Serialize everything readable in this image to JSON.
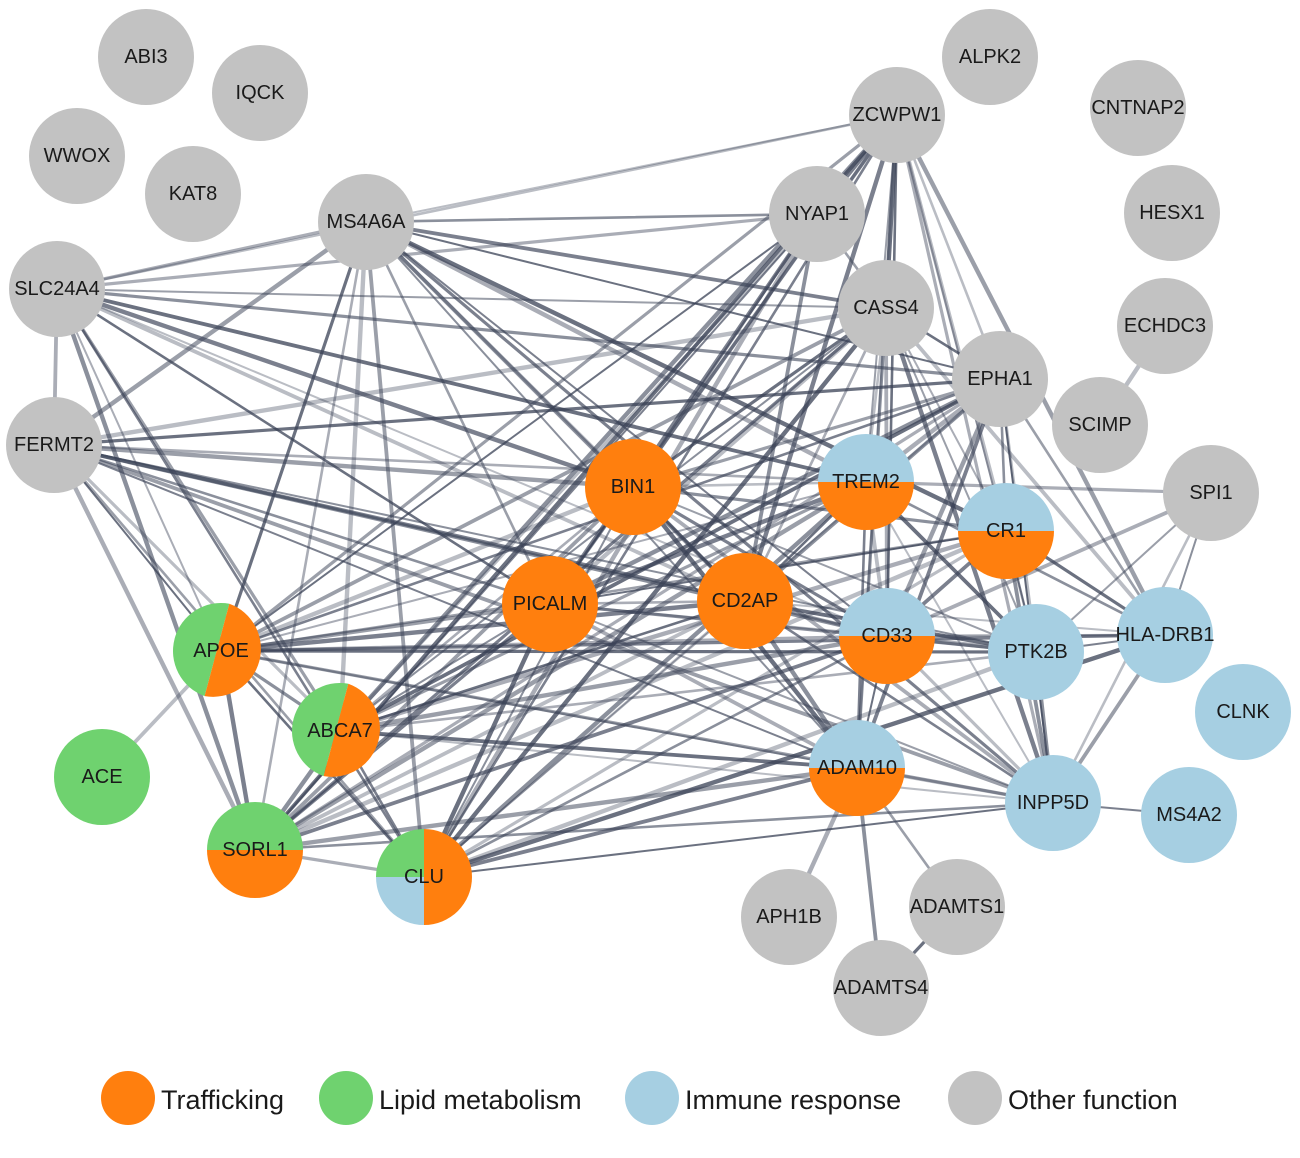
{
  "colors": {
    "trafficking": "#ff7f0e",
    "lipid": "#6fd26f",
    "immune": "#a6cfe2",
    "other": "#c2c2c2",
    "edge": "#3a4256"
  },
  "legend": [
    {
      "key": "trafficking",
      "label": "Trafficking"
    },
    {
      "key": "lipid",
      "label": "Lipid metabolism"
    },
    {
      "key": "immune",
      "label": "Immune response"
    },
    {
      "key": "other",
      "label": "Other function"
    }
  ],
  "nodes": [
    {
      "id": "ABI3",
      "label": "ABI3",
      "fill": [
        "other"
      ]
    },
    {
      "id": "IQCK",
      "label": "IQCK",
      "fill": [
        "other"
      ]
    },
    {
      "id": "WWOX",
      "label": "WWOX",
      "fill": [
        "other"
      ]
    },
    {
      "id": "KAT8",
      "label": "KAT8",
      "fill": [
        "other"
      ]
    },
    {
      "id": "MS4A6A",
      "label": "MS4A6A",
      "fill": [
        "other"
      ]
    },
    {
      "id": "SLC24A4",
      "label": "SLC24A4",
      "fill": [
        "other"
      ]
    },
    {
      "id": "FERMT2",
      "label": "FERMT2",
      "fill": [
        "other"
      ]
    },
    {
      "id": "ALPK2",
      "label": "ALPK2",
      "fill": [
        "other"
      ]
    },
    {
      "id": "ZCWPW1",
      "label": "ZCWPW1",
      "fill": [
        "other"
      ]
    },
    {
      "id": "CNTNAP2",
      "label": "CNTNAP2",
      "fill": [
        "other"
      ]
    },
    {
      "id": "NYAP1",
      "label": "NYAP1",
      "fill": [
        "other"
      ]
    },
    {
      "id": "HESX1",
      "label": "HESX1",
      "fill": [
        "other"
      ]
    },
    {
      "id": "CASS4",
      "label": "CASS4",
      "fill": [
        "other"
      ]
    },
    {
      "id": "ECHDC3",
      "label": "ECHDC3",
      "fill": [
        "other"
      ]
    },
    {
      "id": "EPHA1",
      "label": "EPHA1",
      "fill": [
        "other"
      ]
    },
    {
      "id": "SCIMP",
      "label": "SCIMP",
      "fill": [
        "other"
      ]
    },
    {
      "id": "SPI1",
      "label": "SPI1",
      "fill": [
        "other"
      ]
    },
    {
      "id": "BIN1",
      "label": "BIN1",
      "fill": [
        "trafficking"
      ]
    },
    {
      "id": "TREM2",
      "label": "TREM2",
      "fill": [
        "immune",
        "trafficking"
      ],
      "split": "half"
    },
    {
      "id": "CR1",
      "label": "CR1",
      "fill": [
        "immune",
        "trafficking"
      ],
      "split": "half"
    },
    {
      "id": "PICALM",
      "label": "PICALM",
      "fill": [
        "trafficking"
      ]
    },
    {
      "id": "CD2AP",
      "label": "CD2AP",
      "fill": [
        "trafficking"
      ]
    },
    {
      "id": "CD33",
      "label": "CD33",
      "fill": [
        "immune",
        "trafficking"
      ],
      "split": "half"
    },
    {
      "id": "PTK2B",
      "label": "PTK2B",
      "fill": [
        "immune"
      ]
    },
    {
      "id": "HLA-DRB1",
      "label": "HLA-DRB1",
      "fill": [
        "immune"
      ]
    },
    {
      "id": "CLNK",
      "label": "CLNK",
      "fill": [
        "immune"
      ]
    },
    {
      "id": "APOE",
      "label": "APOE",
      "fill": [
        "lipid",
        "trafficking"
      ],
      "split": "vslant"
    },
    {
      "id": "ABCA7",
      "label": "ABCA7",
      "fill": [
        "lipid",
        "trafficking"
      ],
      "split": "vslant"
    },
    {
      "id": "ACE",
      "label": "ACE",
      "fill": [
        "lipid"
      ]
    },
    {
      "id": "ADAM10",
      "label": "ADAM10",
      "fill": [
        "immune",
        "trafficking"
      ],
      "split": "half"
    },
    {
      "id": "INPP5D",
      "label": "INPP5D",
      "fill": [
        "immune"
      ]
    },
    {
      "id": "MS4A2",
      "label": "MS4A2",
      "fill": [
        "immune"
      ]
    },
    {
      "id": "SORL1",
      "label": "SORL1",
      "fill": [
        "lipid",
        "trafficking"
      ],
      "split": "half"
    },
    {
      "id": "CLU",
      "label": "CLU",
      "fill": [
        "lipid",
        "immune",
        "trafficking"
      ],
      "split": "quad"
    },
    {
      "id": "APH1B",
      "label": "APH1B",
      "fill": [
        "other"
      ]
    },
    {
      "id": "ADAMTS1",
      "label": "ADAMTS1",
      "fill": [
        "other"
      ]
    },
    {
      "id": "ADAMTS4",
      "label": "ADAMTS4",
      "fill": [
        "other"
      ]
    }
  ],
  "edges": [
    [
      "MS4A6A",
      "ZCWPW1"
    ],
    [
      "MS4A6A",
      "SLC24A4"
    ],
    [
      "MS4A6A",
      "FERMT2"
    ],
    [
      "MS4A6A",
      "NYAP1"
    ],
    [
      "MS4A6A",
      "CASS4"
    ],
    [
      "MS4A6A",
      "EPHA1"
    ],
    [
      "MS4A6A",
      "BIN1"
    ],
    [
      "MS4A6A",
      "TREM2"
    ],
    [
      "MS4A6A",
      "PICALM"
    ],
    [
      "MS4A6A",
      "CD2AP"
    ],
    [
      "MS4A6A",
      "CD33"
    ],
    [
      "MS4A6A",
      "APOE"
    ],
    [
      "MS4A6A",
      "ABCA7"
    ],
    [
      "MS4A6A",
      "SORL1"
    ],
    [
      "MS4A6A",
      "CLU"
    ],
    [
      "MS4A6A",
      "ADAM10"
    ],
    [
      "MS4A6A",
      "INPP5D"
    ],
    [
      "MS4A6A",
      "CR1"
    ],
    [
      "SLC24A4",
      "ZCWPW1"
    ],
    [
      "SLC24A4",
      "FERMT2"
    ],
    [
      "SLC24A4",
      "CASS4"
    ],
    [
      "SLC24A4",
      "EPHA1"
    ],
    [
      "SLC24A4",
      "BIN1"
    ],
    [
      "SLC24A4",
      "PICALM"
    ],
    [
      "SLC24A4",
      "CD2AP"
    ],
    [
      "SLC24A4",
      "APOE"
    ],
    [
      "SLC24A4",
      "ABCA7"
    ],
    [
      "SLC24A4",
      "SORL1"
    ],
    [
      "SLC24A4",
      "CLU"
    ],
    [
      "SLC24A4",
      "TREM2"
    ],
    [
      "SLC24A4",
      "CD33"
    ],
    [
      "SLC24A4",
      "NYAP1"
    ],
    [
      "FERMT2",
      "BIN1"
    ],
    [
      "FERMT2",
      "PICALM"
    ],
    [
      "FERMT2",
      "CD2AP"
    ],
    [
      "FERMT2",
      "APOE"
    ],
    [
      "FERMT2",
      "ABCA7"
    ],
    [
      "FERMT2",
      "SORL1"
    ],
    [
      "FERMT2",
      "CLU"
    ],
    [
      "FERMT2",
      "CD33"
    ],
    [
      "FERMT2",
      "ADAM10"
    ],
    [
      "FERMT2",
      "EPHA1"
    ],
    [
      "FERMT2",
      "CASS4"
    ],
    [
      "FERMT2",
      "TREM2"
    ],
    [
      "FERMT2",
      "INPP5D"
    ],
    [
      "FERMT2",
      "PTK2B"
    ],
    [
      "ZCWPW1",
      "NYAP1"
    ],
    [
      "ZCWPW1",
      "CASS4"
    ],
    [
      "ZCWPW1",
      "EPHA1"
    ],
    [
      "ZCWPW1",
      "BIN1"
    ],
    [
      "ZCWPW1",
      "TREM2"
    ],
    [
      "ZCWPW1",
      "PICALM"
    ],
    [
      "ZCWPW1",
      "CD2AP"
    ],
    [
      "ZCWPW1",
      "CD33"
    ],
    [
      "ZCWPW1",
      "CR1"
    ],
    [
      "ZCWPW1",
      "PTK2B"
    ],
    [
      "ZCWPW1",
      "APOE"
    ],
    [
      "ZCWPW1",
      "ABCA7"
    ],
    [
      "ZCWPW1",
      "CLU"
    ],
    [
      "ZCWPW1",
      "SORL1"
    ],
    [
      "ZCWPW1",
      "ADAM10"
    ],
    [
      "ZCWPW1",
      "INPP5D"
    ],
    [
      "ZCWPW1",
      "HLA-DRB1"
    ],
    [
      "NYAP1",
      "BIN1"
    ],
    [
      "NYAP1",
      "PICALM"
    ],
    [
      "NYAP1",
      "APOE"
    ],
    [
      "NYAP1",
      "ABCA7"
    ],
    [
      "NYAP1",
      "CLU"
    ],
    [
      "NYAP1",
      "CASS4"
    ],
    [
      "NYAP1",
      "CD2AP"
    ],
    [
      "NYAP1",
      "SORL1"
    ],
    [
      "CASS4",
      "BIN1"
    ],
    [
      "CASS4",
      "PICALM"
    ],
    [
      "CASS4",
      "CD2AP"
    ],
    [
      "CASS4",
      "APOE"
    ],
    [
      "CASS4",
      "ABCA7"
    ],
    [
      "CASS4",
      "SORL1"
    ],
    [
      "CASS4",
      "CLU"
    ],
    [
      "CASS4",
      "TREM2"
    ],
    [
      "CASS4",
      "CD33"
    ],
    [
      "CASS4",
      "PTK2B"
    ],
    [
      "CASS4",
      "ADAM10"
    ],
    [
      "CASS4",
      "INPP5D"
    ],
    [
      "CASS4",
      "EPHA1"
    ],
    [
      "CASS4",
      "HLA-DRB1"
    ],
    [
      "CASS4",
      "CR1"
    ],
    [
      "EPHA1",
      "BIN1"
    ],
    [
      "EPHA1",
      "PICALM"
    ],
    [
      "EPHA1",
      "APOE"
    ],
    [
      "EPHA1",
      "ABCA7"
    ],
    [
      "EPHA1",
      "CLU"
    ],
    [
      "EPHA1",
      "SORL1"
    ],
    [
      "EPHA1",
      "CD33"
    ],
    [
      "EPHA1",
      "CR1"
    ],
    [
      "EPHA1",
      "ADAM10"
    ],
    [
      "EPHA1",
      "INPP5D"
    ],
    [
      "EPHA1",
      "PTK2B"
    ],
    [
      "EPHA1",
      "TREM2"
    ],
    [
      "EPHA1",
      "HLA-DRB1"
    ],
    [
      "EPHA1",
      "CD2AP"
    ],
    [
      "BIN1",
      "PICALM"
    ],
    [
      "BIN1",
      "CD2AP"
    ],
    [
      "BIN1",
      "APOE"
    ],
    [
      "BIN1",
      "ABCA7"
    ],
    [
      "BIN1",
      "SORL1"
    ],
    [
      "BIN1",
      "CLU"
    ],
    [
      "BIN1",
      "CD33"
    ],
    [
      "BIN1",
      "ADAM10"
    ],
    [
      "BIN1",
      "TREM2"
    ],
    [
      "BIN1",
      "INPP5D"
    ],
    [
      "BIN1",
      "PTK2B"
    ],
    [
      "BIN1",
      "CR1"
    ],
    [
      "TREM2",
      "PICALM"
    ],
    [
      "TREM2",
      "CD2AP"
    ],
    [
      "TREM2",
      "CD33"
    ],
    [
      "TREM2",
      "APOE"
    ],
    [
      "TREM2",
      "ABCA7"
    ],
    [
      "TREM2",
      "CLU"
    ],
    [
      "TREM2",
      "ADAM10"
    ],
    [
      "TREM2",
      "PTK2B"
    ],
    [
      "TREM2",
      "INPP5D"
    ],
    [
      "TREM2",
      "SPI1"
    ],
    [
      "TREM2",
      "SORL1"
    ],
    [
      "TREM2",
      "HLA-DRB1"
    ],
    [
      "CR1",
      "CD33"
    ],
    [
      "CR1",
      "PICALM"
    ],
    [
      "CR1",
      "CLU"
    ],
    [
      "CR1",
      "ABCA7"
    ],
    [
      "CR1",
      "APOE"
    ],
    [
      "CR1",
      "INPP5D"
    ],
    [
      "CR1",
      "PTK2B"
    ],
    [
      "CR1",
      "HLA-DRB1"
    ],
    [
      "CR1",
      "SORL1"
    ],
    [
      "PICALM",
      "CD2AP"
    ],
    [
      "PICALM",
      "APOE"
    ],
    [
      "PICALM",
      "ABCA7"
    ],
    [
      "PICALM",
      "SORL1"
    ],
    [
      "PICALM",
      "CLU"
    ],
    [
      "PICALM",
      "CD33"
    ],
    [
      "PICALM",
      "ADAM10"
    ],
    [
      "PICALM",
      "INPP5D"
    ],
    [
      "PICALM",
      "PTK2B"
    ],
    [
      "CD2AP",
      "APOE"
    ],
    [
      "CD2AP",
      "ABCA7"
    ],
    [
      "CD2AP",
      "SORL1"
    ],
    [
      "CD2AP",
      "CLU"
    ],
    [
      "CD2AP",
      "CD33"
    ],
    [
      "CD2AP",
      "ADAM10"
    ],
    [
      "CD2AP",
      "INPP5D"
    ],
    [
      "CD2AP",
      "PTK2B"
    ],
    [
      "CD2AP",
      "HLA-DRB1"
    ],
    [
      "CD33",
      "APOE"
    ],
    [
      "CD33",
      "ABCA7"
    ],
    [
      "CD33",
      "CLU"
    ],
    [
      "CD33",
      "SORL1"
    ],
    [
      "CD33",
      "ADAM10"
    ],
    [
      "CD33",
      "INPP5D"
    ],
    [
      "CD33",
      "PTK2B"
    ],
    [
      "CD33",
      "HLA-DRB1"
    ],
    [
      "PTK2B",
      "INPP5D"
    ],
    [
      "PTK2B",
      "HLA-DRB1"
    ],
    [
      "PTK2B",
      "APOE"
    ],
    [
      "PTK2B",
      "CLU"
    ],
    [
      "PTK2B",
      "ABCA7"
    ],
    [
      "HLA-DRB1",
      "INPP5D"
    ],
    [
      "HLA-DRB1",
      "SPI1"
    ],
    [
      "HLA-DRB1",
      "APOE"
    ],
    [
      "HLA-DRB1",
      "CLU"
    ],
    [
      "SPI1",
      "INPP5D"
    ],
    [
      "SPI1",
      "CD33"
    ],
    [
      "SPI1",
      "PTK2B"
    ],
    [
      "APOE",
      "ABCA7"
    ],
    [
      "APOE",
      "SORL1"
    ],
    [
      "APOE",
      "CLU"
    ],
    [
      "APOE",
      "ACE"
    ],
    [
      "APOE",
      "ADAM10"
    ],
    [
      "APOE",
      "INPP5D"
    ],
    [
      "ABCA7",
      "SORL1"
    ],
    [
      "ABCA7",
      "CLU"
    ],
    [
      "ABCA7",
      "ADAM10"
    ],
    [
      "ABCA7",
      "INPP5D"
    ],
    [
      "SORL1",
      "CLU"
    ],
    [
      "SORL1",
      "ADAM10"
    ],
    [
      "SORL1",
      "INPP5D"
    ],
    [
      "CLU",
      "ADAM10"
    ],
    [
      "CLU",
      "INPP5D"
    ],
    [
      "ADAM10",
      "INPP5D"
    ],
    [
      "ADAM10",
      "APH1B"
    ],
    [
      "ADAM10",
      "ADAMTS1"
    ],
    [
      "ADAM10",
      "ADAMTS4"
    ],
    [
      "INPP5D",
      "MS4A2"
    ],
    [
      "ADAMTS1",
      "ADAMTS4"
    ],
    [
      "ECHDC3",
      "SCIMP"
    ]
  ]
}
